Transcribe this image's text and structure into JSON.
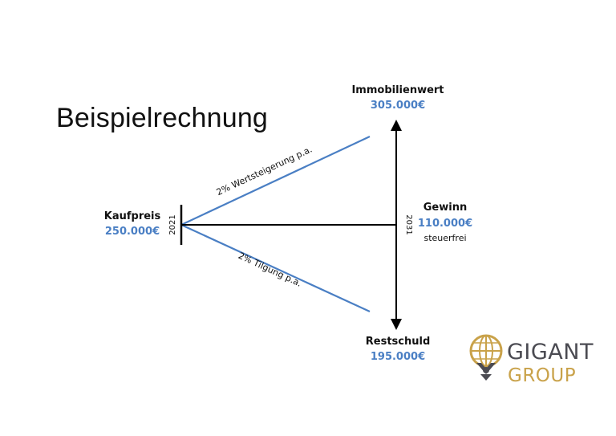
{
  "slide": {
    "title": "Beispielrechnung"
  },
  "diagram": {
    "start": {
      "label": "Kaufpreis",
      "value": "250.000€",
      "year": "2021"
    },
    "end": {
      "year": "2031"
    },
    "upper_line_label": "2% Wertsteigerung p.a.",
    "lower_line_label": "2% Tilgung p.a.",
    "top": {
      "label": "Immobilienwert",
      "value": "305.000€"
    },
    "bottom": {
      "label": "Restschuld",
      "value": "195.000€"
    },
    "gain": {
      "label": "Gewinn",
      "value": "110.000€",
      "note": "steuerfrei"
    },
    "colors": {
      "accent_blue": "#4a7fc4",
      "line_black": "#000000"
    }
  },
  "logo": {
    "word1": "GIGANT",
    "word2": "GROUP",
    "icon": "globe-person-icon",
    "colors": {
      "gold": "#c9a24a",
      "gray": "#4b4b52"
    }
  }
}
